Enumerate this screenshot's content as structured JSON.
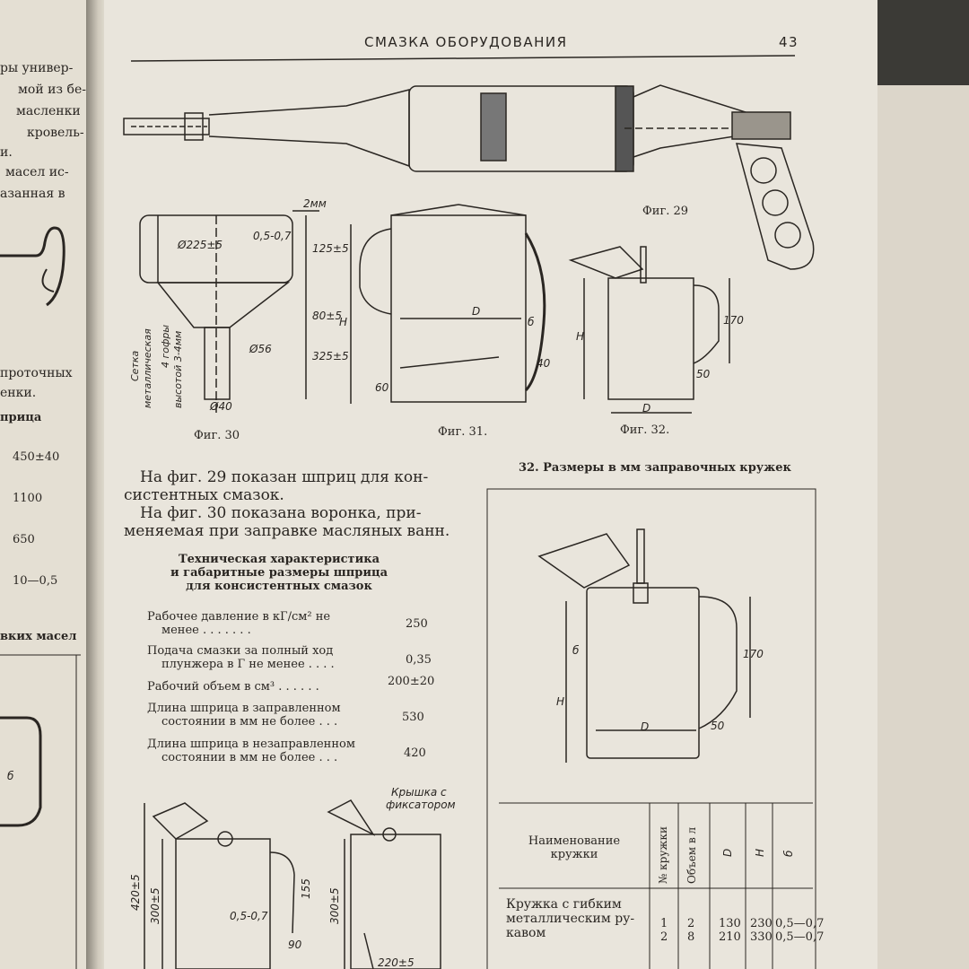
{
  "header": {
    "running_title": "СМАЗКА ОБОРУДОВАНИЯ",
    "page_number": "43"
  },
  "left_page": {
    "text_lines": [
      "ры универ-",
      "мой из бе-",
      "масленки",
      "кровель-",
      "и.",
      "масел ис-",
      "азанная в"
    ],
    "section_lines": [
      "проточных",
      "енки."
    ],
    "heading": "прица",
    "values": [
      "450±40",
      "1100",
      "650",
      "10—0,5"
    ],
    "bottom_heading": "вких масел",
    "dim_label": "б"
  },
  "figures": {
    "fig29": "Фиг. 29",
    "fig30": "Фиг. 30",
    "fig31": "Фиг. 31.",
    "fig32": "Фиг. 32.",
    "fig30_dims": [
      "2мм",
      "Ø225±5",
      "0,5-0,7",
      "125±5",
      "80±5",
      "325±5",
      "Ø56",
      "Ø40"
    ],
    "fig30_note": [
      "Сетка",
      "металлическая",
      "4 гофры",
      "высотой 3-4мм"
    ],
    "fig31_dims": [
      "H",
      "D",
      "б",
      "40",
      "60"
    ],
    "fig32_dims": [
      "H",
      "170",
      "50",
      "D"
    ],
    "bottom_dims": [
      "420±5",
      "300±5",
      "155",
      "0,5-0,7",
      "90",
      "300±5",
      "220±5"
    ],
    "bottom_note": [
      "Крышка с",
      "фиксатором"
    ]
  },
  "body": {
    "paragraphs": [
      "На фиг. 29 показан шприц для кон-",
      "систентных  смазок.",
      "На фиг. 30 показана воронка, при-",
      "меняемая при заправке масляных ванн."
    ]
  },
  "spec_table": {
    "caption": [
      "Техническая характеристика",
      "и габаритные размеры шприца",
      "для консистентных смазок"
    ],
    "rows": [
      {
        "line1": "Рабочее давление в кГ/см² не",
        "line2": "менее . . . . . . .",
        "value": "250"
      },
      {
        "line1": "Подача смазки за полный ход",
        "line2": "плунжера в Г не менее . . . .",
        "value": "0,35"
      },
      {
        "line1": "Рабочий объем в см³ . . . . . .",
        "line2": "",
        "value": "200±20"
      },
      {
        "line1": "Длина шприца в заправленном",
        "line2": "состоянии в мм не более . . .",
        "value": "530"
      },
      {
        "line1": "Длина шприца в незаправленном",
        "line2": "состоянии в мм не более . . .",
        "value": "420"
      }
    ]
  },
  "table32": {
    "caption": "32. Размеры в мм заправочных кружек",
    "drawing_dims": [
      "б",
      "H",
      "170",
      "D",
      "50"
    ],
    "headers": [
      "Наименование",
      "кружки",
      "№ кружки",
      "Объем в л",
      "D",
      "H",
      "б"
    ],
    "row_name": [
      "Кружка с гибким",
      "металлическим ру-",
      "кавом"
    ],
    "rows": [
      {
        "num": "1",
        "vol": "2",
        "d": "130",
        "h": "230",
        "b": "0,5—0,7"
      },
      {
        "num": "2",
        "vol": "8",
        "d": "210",
        "h": "330",
        "b": "0,5—0,7"
      }
    ]
  }
}
